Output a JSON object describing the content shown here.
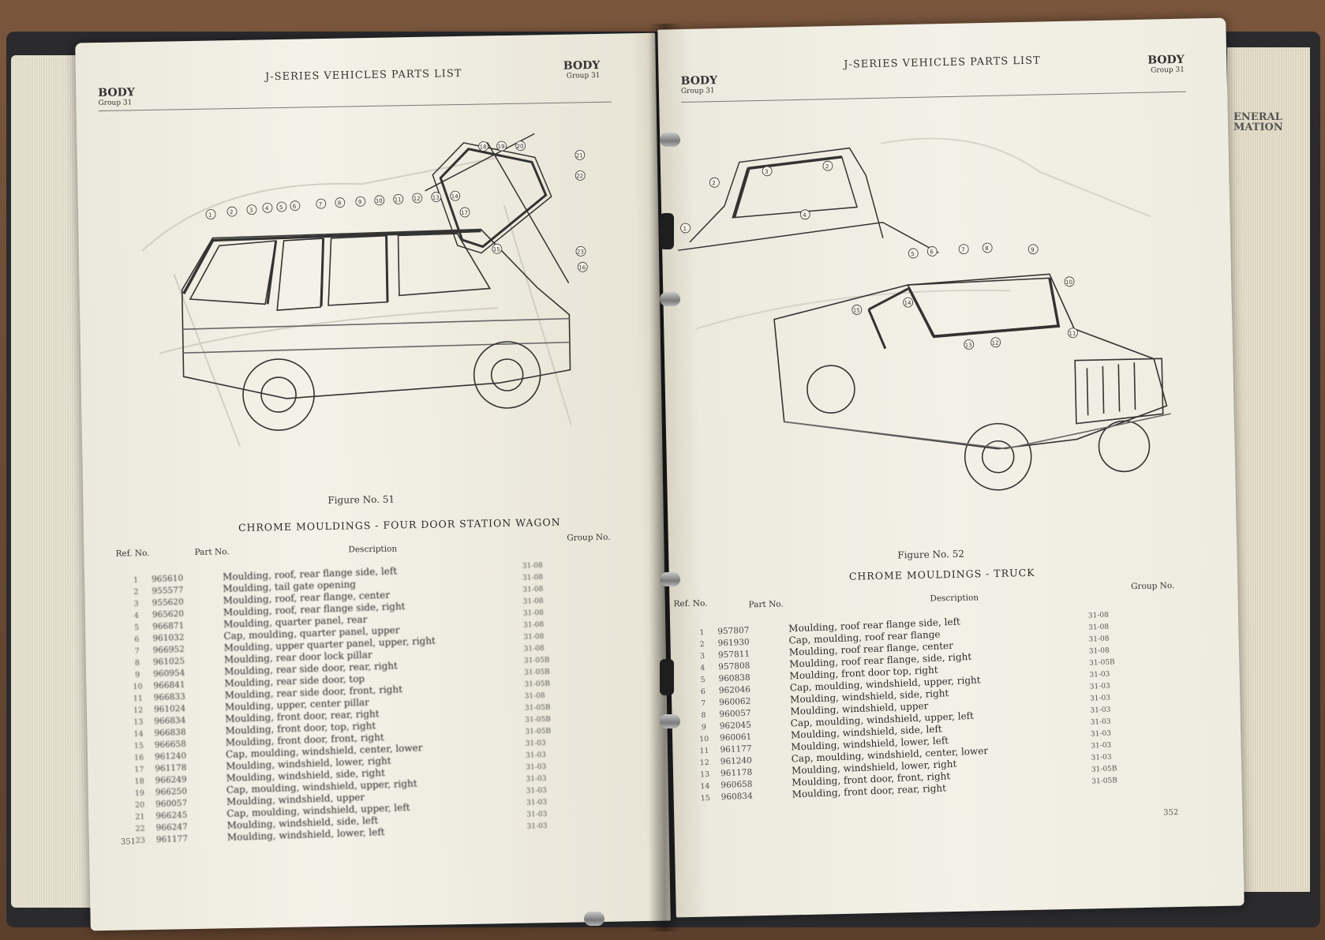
{
  "left_page": {
    "header_title": "J-SERIES VEHICLES PARTS LIST",
    "section": "BODY",
    "group": "Group 31",
    "figure_caption": "Figure No. 51",
    "figure_title": "CHROME MOULDINGS - FOUR DOOR STATION WAGON",
    "callouts": [
      "1",
      "2",
      "3",
      "4",
      "5",
      "6",
      "7",
      "8",
      "9",
      "10",
      "11",
      "12",
      "13",
      "14",
      "15",
      "16",
      "17",
      "18",
      "19",
      "20",
      "21",
      "22",
      "23"
    ],
    "columns": {
      "ref": "Ref. No.",
      "part": "Part No.",
      "description": "Description",
      "group": "Group No."
    },
    "rows": [
      {
        "ref": "1",
        "part": "965610",
        "desc": "Moulding, roof, rear flange side, left",
        "group": "31-08"
      },
      {
        "ref": "2",
        "part": "955577",
        "desc": "Moulding, tail gate opening",
        "group": "31-08"
      },
      {
        "ref": "3",
        "part": "955620",
        "desc": "Moulding, roof, rear flange, center",
        "group": "31-08"
      },
      {
        "ref": "4",
        "part": "965620",
        "desc": "Moulding, roof, rear flange side, right",
        "group": "31-08"
      },
      {
        "ref": "5",
        "part": "966871",
        "desc": "Moulding, quarter panel, rear",
        "group": "31-08"
      },
      {
        "ref": "6",
        "part": "961032",
        "desc": "Cap, moulding, quarter panel, upper",
        "group": "31-08"
      },
      {
        "ref": "7",
        "part": "966952",
        "desc": "Moulding, upper quarter panel, upper, right",
        "group": "31-08"
      },
      {
        "ref": "8",
        "part": "961025",
        "desc": "Moulding, rear door lock pillar",
        "group": "31-08"
      },
      {
        "ref": "9",
        "part": "960954",
        "desc": "Moulding, rear side door, rear, right",
        "group": "31-05B"
      },
      {
        "ref": "10",
        "part": "966841",
        "desc": "Moulding, rear side door, top",
        "group": "31-05B"
      },
      {
        "ref": "11",
        "part": "966833",
        "desc": "Moulding, rear side door, front, right",
        "group": "31-05B"
      },
      {
        "ref": "12",
        "part": "961024",
        "desc": "Moulding, upper, center pillar",
        "group": "31-08"
      },
      {
        "ref": "13",
        "part": "966834",
        "desc": "Moulding, front door, rear, right",
        "group": "31-05B"
      },
      {
        "ref": "14",
        "part": "966838",
        "desc": "Moulding, front door, top, right",
        "group": "31-05B"
      },
      {
        "ref": "15",
        "part": "966658",
        "desc": "Moulding, front door, front, right",
        "group": "31-05B"
      },
      {
        "ref": "16",
        "part": "961240",
        "desc": "Cap, moulding, windshield, center, lower",
        "group": "31-03"
      },
      {
        "ref": "17",
        "part": "961178",
        "desc": "Moulding, windshield, lower, right",
        "group": "31-03"
      },
      {
        "ref": "18",
        "part": "966249",
        "desc": "Moulding, windshield, side, right",
        "group": "31-03"
      },
      {
        "ref": "19",
        "part": "966250",
        "desc": "Cap, moulding, windshield, upper, right",
        "group": "31-03"
      },
      {
        "ref": "20",
        "part": "960057",
        "desc": "Moulding, windshield, upper",
        "group": "31-03"
      },
      {
        "ref": "21",
        "part": "966245",
        "desc": "Cap, moulding, windshield, upper, left",
        "group": "31-03"
      },
      {
        "ref": "22",
        "part": "966247",
        "desc": "Moulding, windshield, side, left",
        "group": "31-03"
      },
      {
        "ref": "23",
        "part": "961177",
        "desc": "Moulding, windshield, lower, left",
        "group": "31-03"
      }
    ],
    "page_number": "351"
  },
  "right_page": {
    "header_title": "J-SERIES VEHICLES PARTS LIST",
    "section_left": "BODY",
    "group_left": "Group 31",
    "section_right": "BODY",
    "group_right": "Group 31",
    "figure_caption": "Figure No. 52",
    "figure_title": "CHROME MOULDINGS - TRUCK",
    "callouts": [
      "1",
      "2",
      "3",
      "2",
      "4",
      "5",
      "6",
      "7",
      "8",
      "9",
      "10",
      "11",
      "12",
      "13",
      "14",
      "15"
    ],
    "columns": {
      "ref": "Ref. No.",
      "part": "Part No.",
      "description": "Description",
      "group": "Group No."
    },
    "rows": [
      {
        "ref": "1",
        "part": "957807",
        "desc": "Moulding, roof rear flange side, left",
        "group": "31-08"
      },
      {
        "ref": "2",
        "part": "961930",
        "desc": "Cap, moulding, roof rear flange",
        "group": "31-08"
      },
      {
        "ref": "3",
        "part": "957811",
        "desc": "Moulding, roof rear flange, center",
        "group": "31-08"
      },
      {
        "ref": "4",
        "part": "957808",
        "desc": "Moulding, roof rear flange, side, right",
        "group": "31-08"
      },
      {
        "ref": "5",
        "part": "960838",
        "desc": "Moulding, front door top, right",
        "group": "31-05B"
      },
      {
        "ref": "6",
        "part": "962046",
        "desc": "Cap, moulding, windshield, upper, right",
        "group": "31-03"
      },
      {
        "ref": "7",
        "part": "960062",
        "desc": "Moulding, windshield, side, right",
        "group": "31-03"
      },
      {
        "ref": "8",
        "part": "960057",
        "desc": "Moulding, windshield, upper",
        "group": "31-03"
      },
      {
        "ref": "9",
        "part": "962045",
        "desc": "Cap, moulding, windshield, upper, left",
        "group": "31-03"
      },
      {
        "ref": "10",
        "part": "960061",
        "desc": "Moulding, windshield, side, left",
        "group": "31-03"
      },
      {
        "ref": "11",
        "part": "961177",
        "desc": "Moulding, windshield, lower, left",
        "group": "31-03"
      },
      {
        "ref": "12",
        "part": "961240",
        "desc": "Cap, moulding, windshield, center, lower",
        "group": "31-03"
      },
      {
        "ref": "13",
        "part": "961178",
        "desc": "Moulding, windshield, lower, right",
        "group": "31-03"
      },
      {
        "ref": "14",
        "part": "960658",
        "desc": "Moulding, front door, front, right",
        "group": "31-05B"
      },
      {
        "ref": "15",
        "part": "960834",
        "desc": "Moulding, front door, rear, right",
        "group": "31-05B"
      }
    ],
    "page_number": "352"
  },
  "adjacent_tab": {
    "text_line1": "ENERAL",
    "text_line2": "MATION"
  }
}
